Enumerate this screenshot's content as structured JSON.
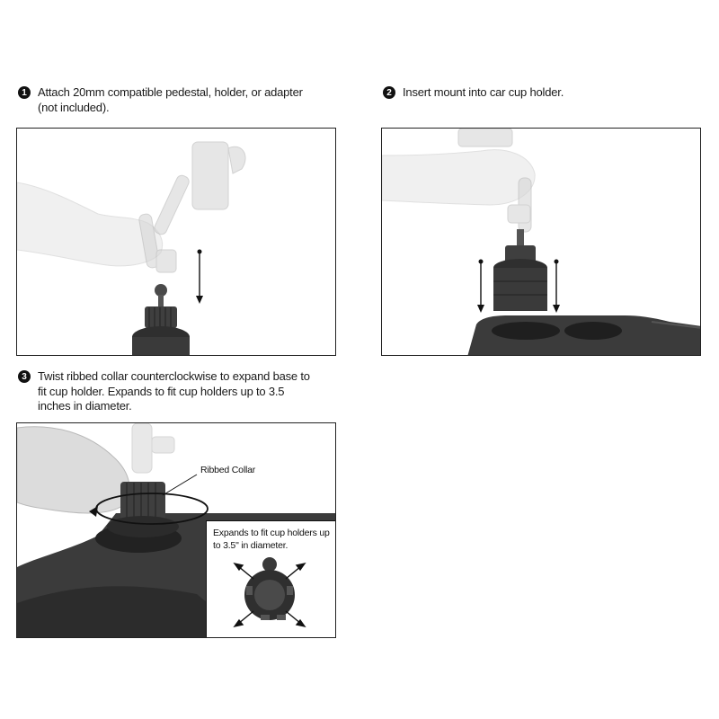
{
  "steps": [
    {
      "number": "1",
      "text": "Attach 20mm compatible pedestal, holder, or adapter (not included)."
    },
    {
      "number": "2",
      "text": "Insert mount into car cup holder."
    },
    {
      "number": "3",
      "text": "Twist ribbed collar counterclockwise to expand base to fit cup holder. Expands to fit cup holders up to 3.5 inches in diameter."
    }
  ],
  "callouts": {
    "ribbed_collar": "Ribbed Collar",
    "expand_note": "Expands to fit cup holders up to 3.5\" in diameter."
  },
  "icons": [
    "down-arrow-icon",
    "rotation-arrow-icon",
    "expand-arrow-icon"
  ],
  "colors": {
    "number_badge": "#111111",
    "photo_gray": "#d9d9d9",
    "dark_part": "#3a3a3a"
  }
}
